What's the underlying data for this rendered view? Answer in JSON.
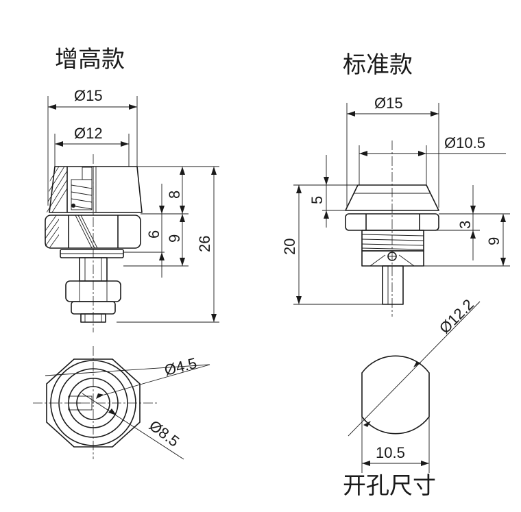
{
  "titles": {
    "raised": "增高款",
    "standard": "标准款",
    "cutout": "开孔尺寸"
  },
  "dimensions": {
    "raised_dia_outer": "Ø15",
    "raised_dia_inner": "Ø12",
    "raised_h_8": "8",
    "raised_h_6": "6",
    "raised_h_9": "9",
    "raised_h_26": "26",
    "bottom_dia_small": "Ø4.5",
    "bottom_dia_large": "Ø8.5",
    "std_dia_outer": "Ø15",
    "std_dia_inner": "Ø10.5",
    "std_h_5": "5",
    "std_h_20": "20",
    "std_h_3": "3",
    "std_h_9": "9",
    "cutout_dia": "Ø12.2",
    "cutout_width": "10.5"
  }
}
